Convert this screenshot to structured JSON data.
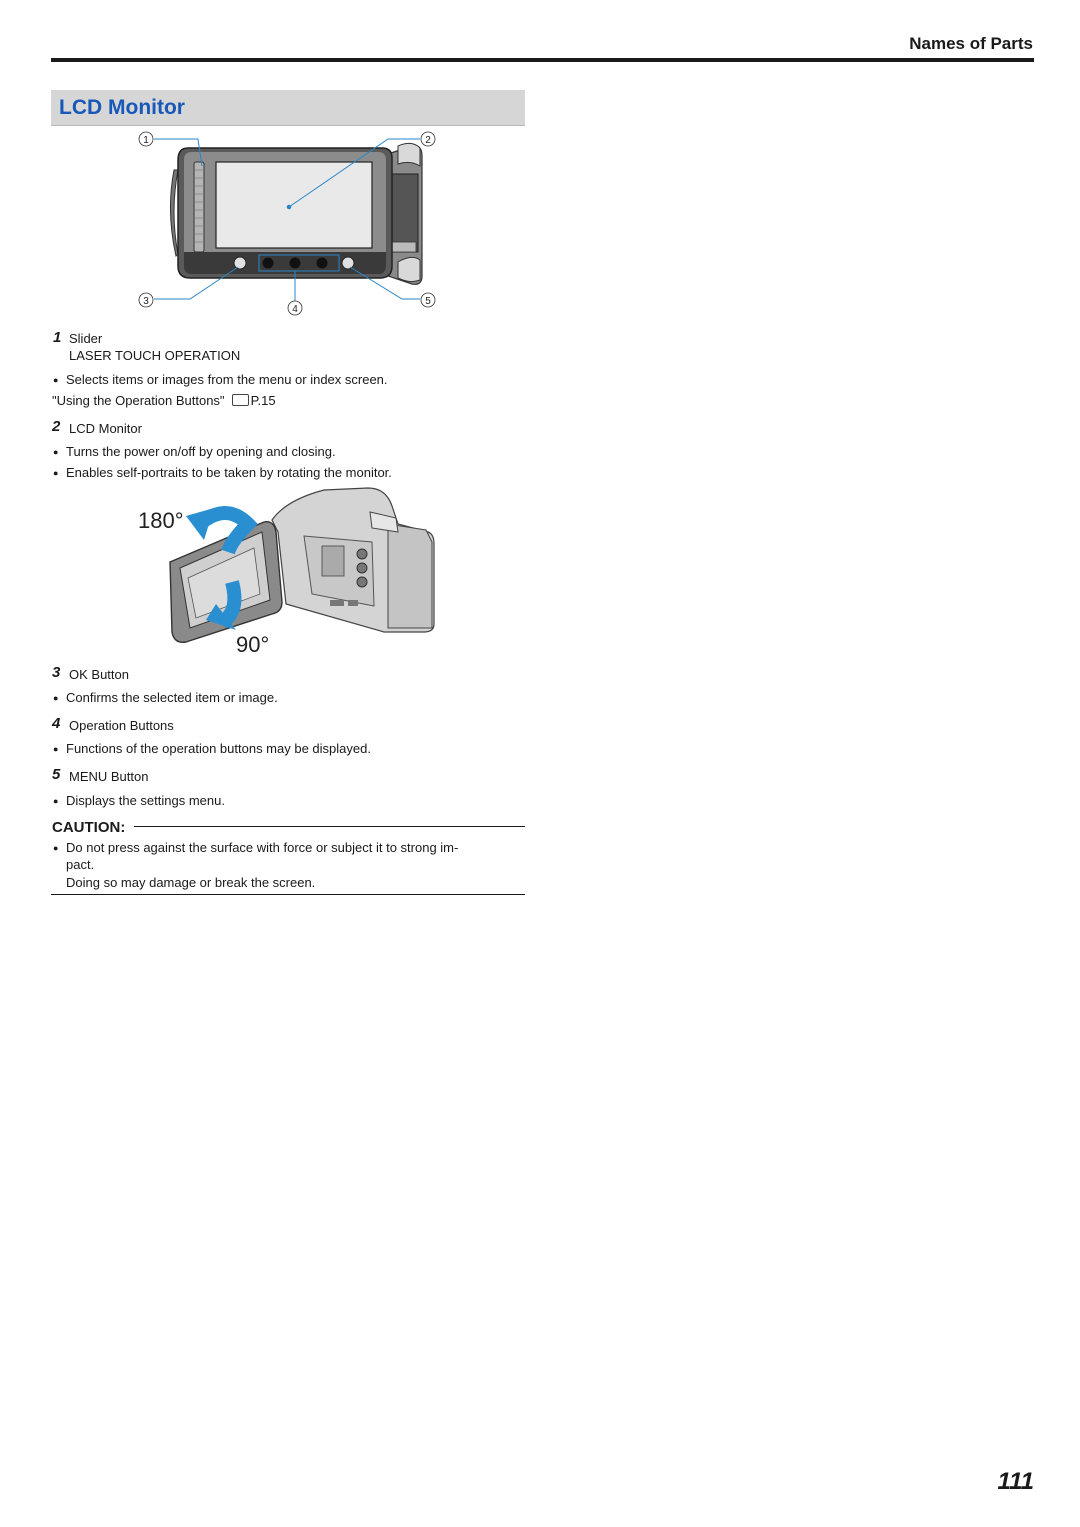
{
  "header": {
    "title": "Names of Parts"
  },
  "section": {
    "title": "LCD Monitor"
  },
  "callouts": [
    "1",
    "2",
    "3",
    "4",
    "5"
  ],
  "items": [
    {
      "number": "1",
      "name": "Slider",
      "sub": "LASER TOUCH OPERATION",
      "bullets": [
        "Selects items or images from the menu or index screen."
      ],
      "link": "\"Using the Operation Buttons\"",
      "link_page": "P.15"
    },
    {
      "number": "2",
      "name": "LCD Monitor",
      "bullets": [
        "Turns the power on/off by opening and closing.",
        "Enables self-portraits to be taken by rotating the monitor."
      ]
    },
    {
      "number": "3",
      "name": "OK Button",
      "bullets": [
        "Confirms the selected item or image."
      ]
    },
    {
      "number": "4",
      "name": "Operation Buttons",
      "bullets": [
        "Functions of the operation buttons may be displayed."
      ]
    },
    {
      "number": "5",
      "name": "MENU Button",
      "bullets": [
        "Displays the settings menu."
      ]
    }
  ],
  "rotation": {
    "angle_up": "180°",
    "angle_down": "90°"
  },
  "caution": {
    "title": "CAUTION:",
    "line1": "Do not press against the surface with force or subject it to strong im-",
    "line2": "pact.",
    "line3": "Doing so may damage or break the screen."
  },
  "page_number": "111",
  "colors": {
    "section_title": "#1858b8",
    "section_bar": "#d6d6d6",
    "callout_line": "#2a86c8",
    "arrow": "#2a8fd0"
  }
}
